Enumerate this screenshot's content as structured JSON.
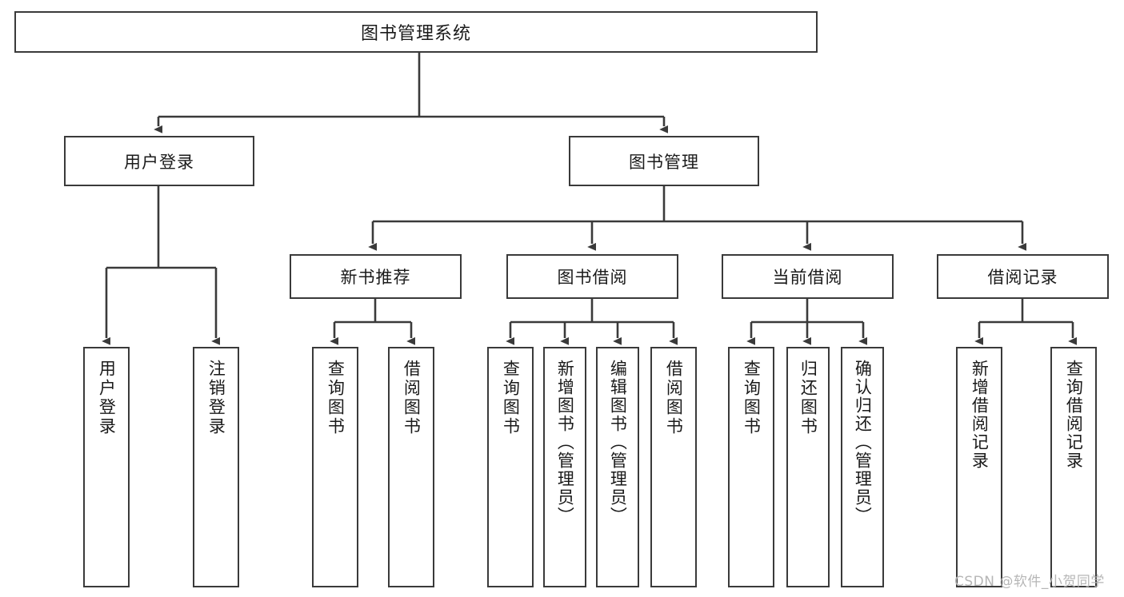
{
  "diagram": {
    "title": "图书管理系统",
    "watermark": "CSDN @软件_小贺同学",
    "stroke_color": "#3a3a3a",
    "fill_color": "#ffffff",
    "text_color": "#1a1a1a",
    "watermark_color": "#b6b6b6"
  },
  "nodes": {
    "root": {
      "label": "图书管理系统"
    },
    "level1": [
      {
        "id": "user-login",
        "label": "用户登录"
      },
      {
        "id": "book-management",
        "label": "图书管理"
      }
    ],
    "level2": [
      {
        "id": "new-book-recommend",
        "label": "新书推荐"
      },
      {
        "id": "book-borrow",
        "label": "图书借阅"
      },
      {
        "id": "current-borrow",
        "label": "当前借阅"
      },
      {
        "id": "borrow-record",
        "label": "借阅记录"
      }
    ],
    "leaves": {
      "user_login": [
        {
          "id": "leaf-user-login",
          "label": "用户登录"
        },
        {
          "id": "leaf-logout-login",
          "label": "注销登录"
        }
      ],
      "new_book_recommend": [
        {
          "id": "leaf-query-book-1",
          "label": "查询图书"
        },
        {
          "id": "leaf-borrow-book-1",
          "label": "借阅图书"
        }
      ],
      "book_borrow": [
        {
          "id": "leaf-query-book-2",
          "label": "查询图书"
        },
        {
          "id": "leaf-add-book",
          "label": "新增图书（管理员）"
        },
        {
          "id": "leaf-edit-book",
          "label": "编辑图书（管理员）"
        },
        {
          "id": "leaf-borrow-book-2",
          "label": "借阅图书"
        }
      ],
      "current_borrow": [
        {
          "id": "leaf-query-book-3",
          "label": "查询图书"
        },
        {
          "id": "leaf-return-book",
          "label": "归还图书"
        },
        {
          "id": "leaf-confirm-return",
          "label": "确认归还（管理员）"
        }
      ],
      "borrow_record": [
        {
          "id": "leaf-add-record",
          "label": "新增借阅记录"
        },
        {
          "id": "leaf-query-record",
          "label": "查询借阅记录"
        }
      ]
    }
  }
}
